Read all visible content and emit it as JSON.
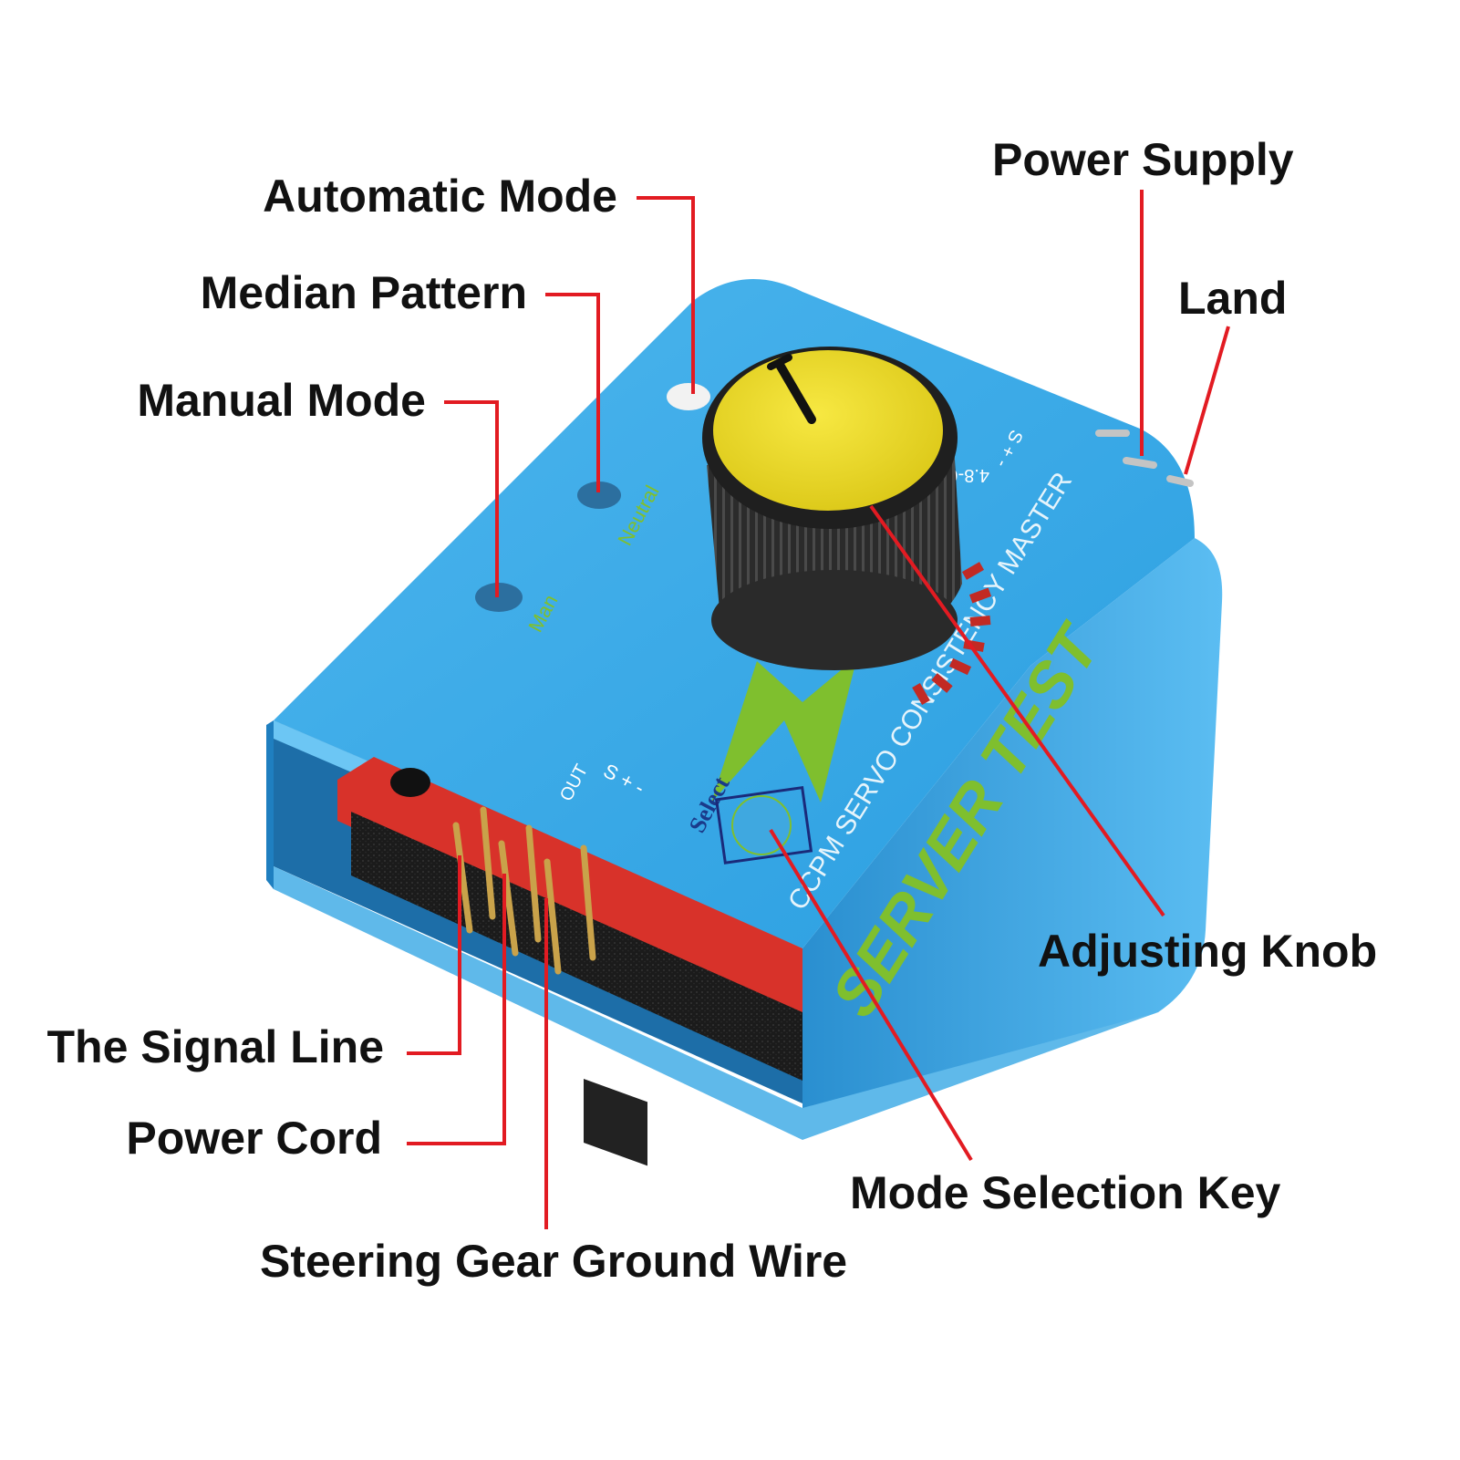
{
  "colors": {
    "leader_line": "#e21b22",
    "label_text": "#111111",
    "case_blue": "#2fa6e6",
    "case_blue_dark": "#1c7fc2",
    "knob_yellow": "#f1df26",
    "knob_black": "#262626",
    "board_red": "#d8322a",
    "print_green": "#7fbf2e",
    "foam_black": "#1a1a1a"
  },
  "callouts": {
    "automatic_mode": "Automatic Mode",
    "median_pattern": "Median Pattern",
    "manual_mode": "Manual Mode",
    "power_supply": "Power Supply",
    "land": "Land",
    "adjusting_knob": "Adjusting Knob",
    "the_signal_line": "The Signal Line",
    "power_cord": "Power Cord",
    "steering_gear_ground_wire": "Steering Gear Ground Wire",
    "mode_selection_key": "Mode Selection Key"
  },
  "device_print": {
    "neutral": "Neutral",
    "man": "Man",
    "out": "OUT",
    "out_pins": "S + -",
    "input_pins": "S + -",
    "voltage": "4.8-6V",
    "select": "Select",
    "ccpm": "CCPM SERVO CONSISTENCY MASTER",
    "server_test": "SERVER TEST"
  }
}
